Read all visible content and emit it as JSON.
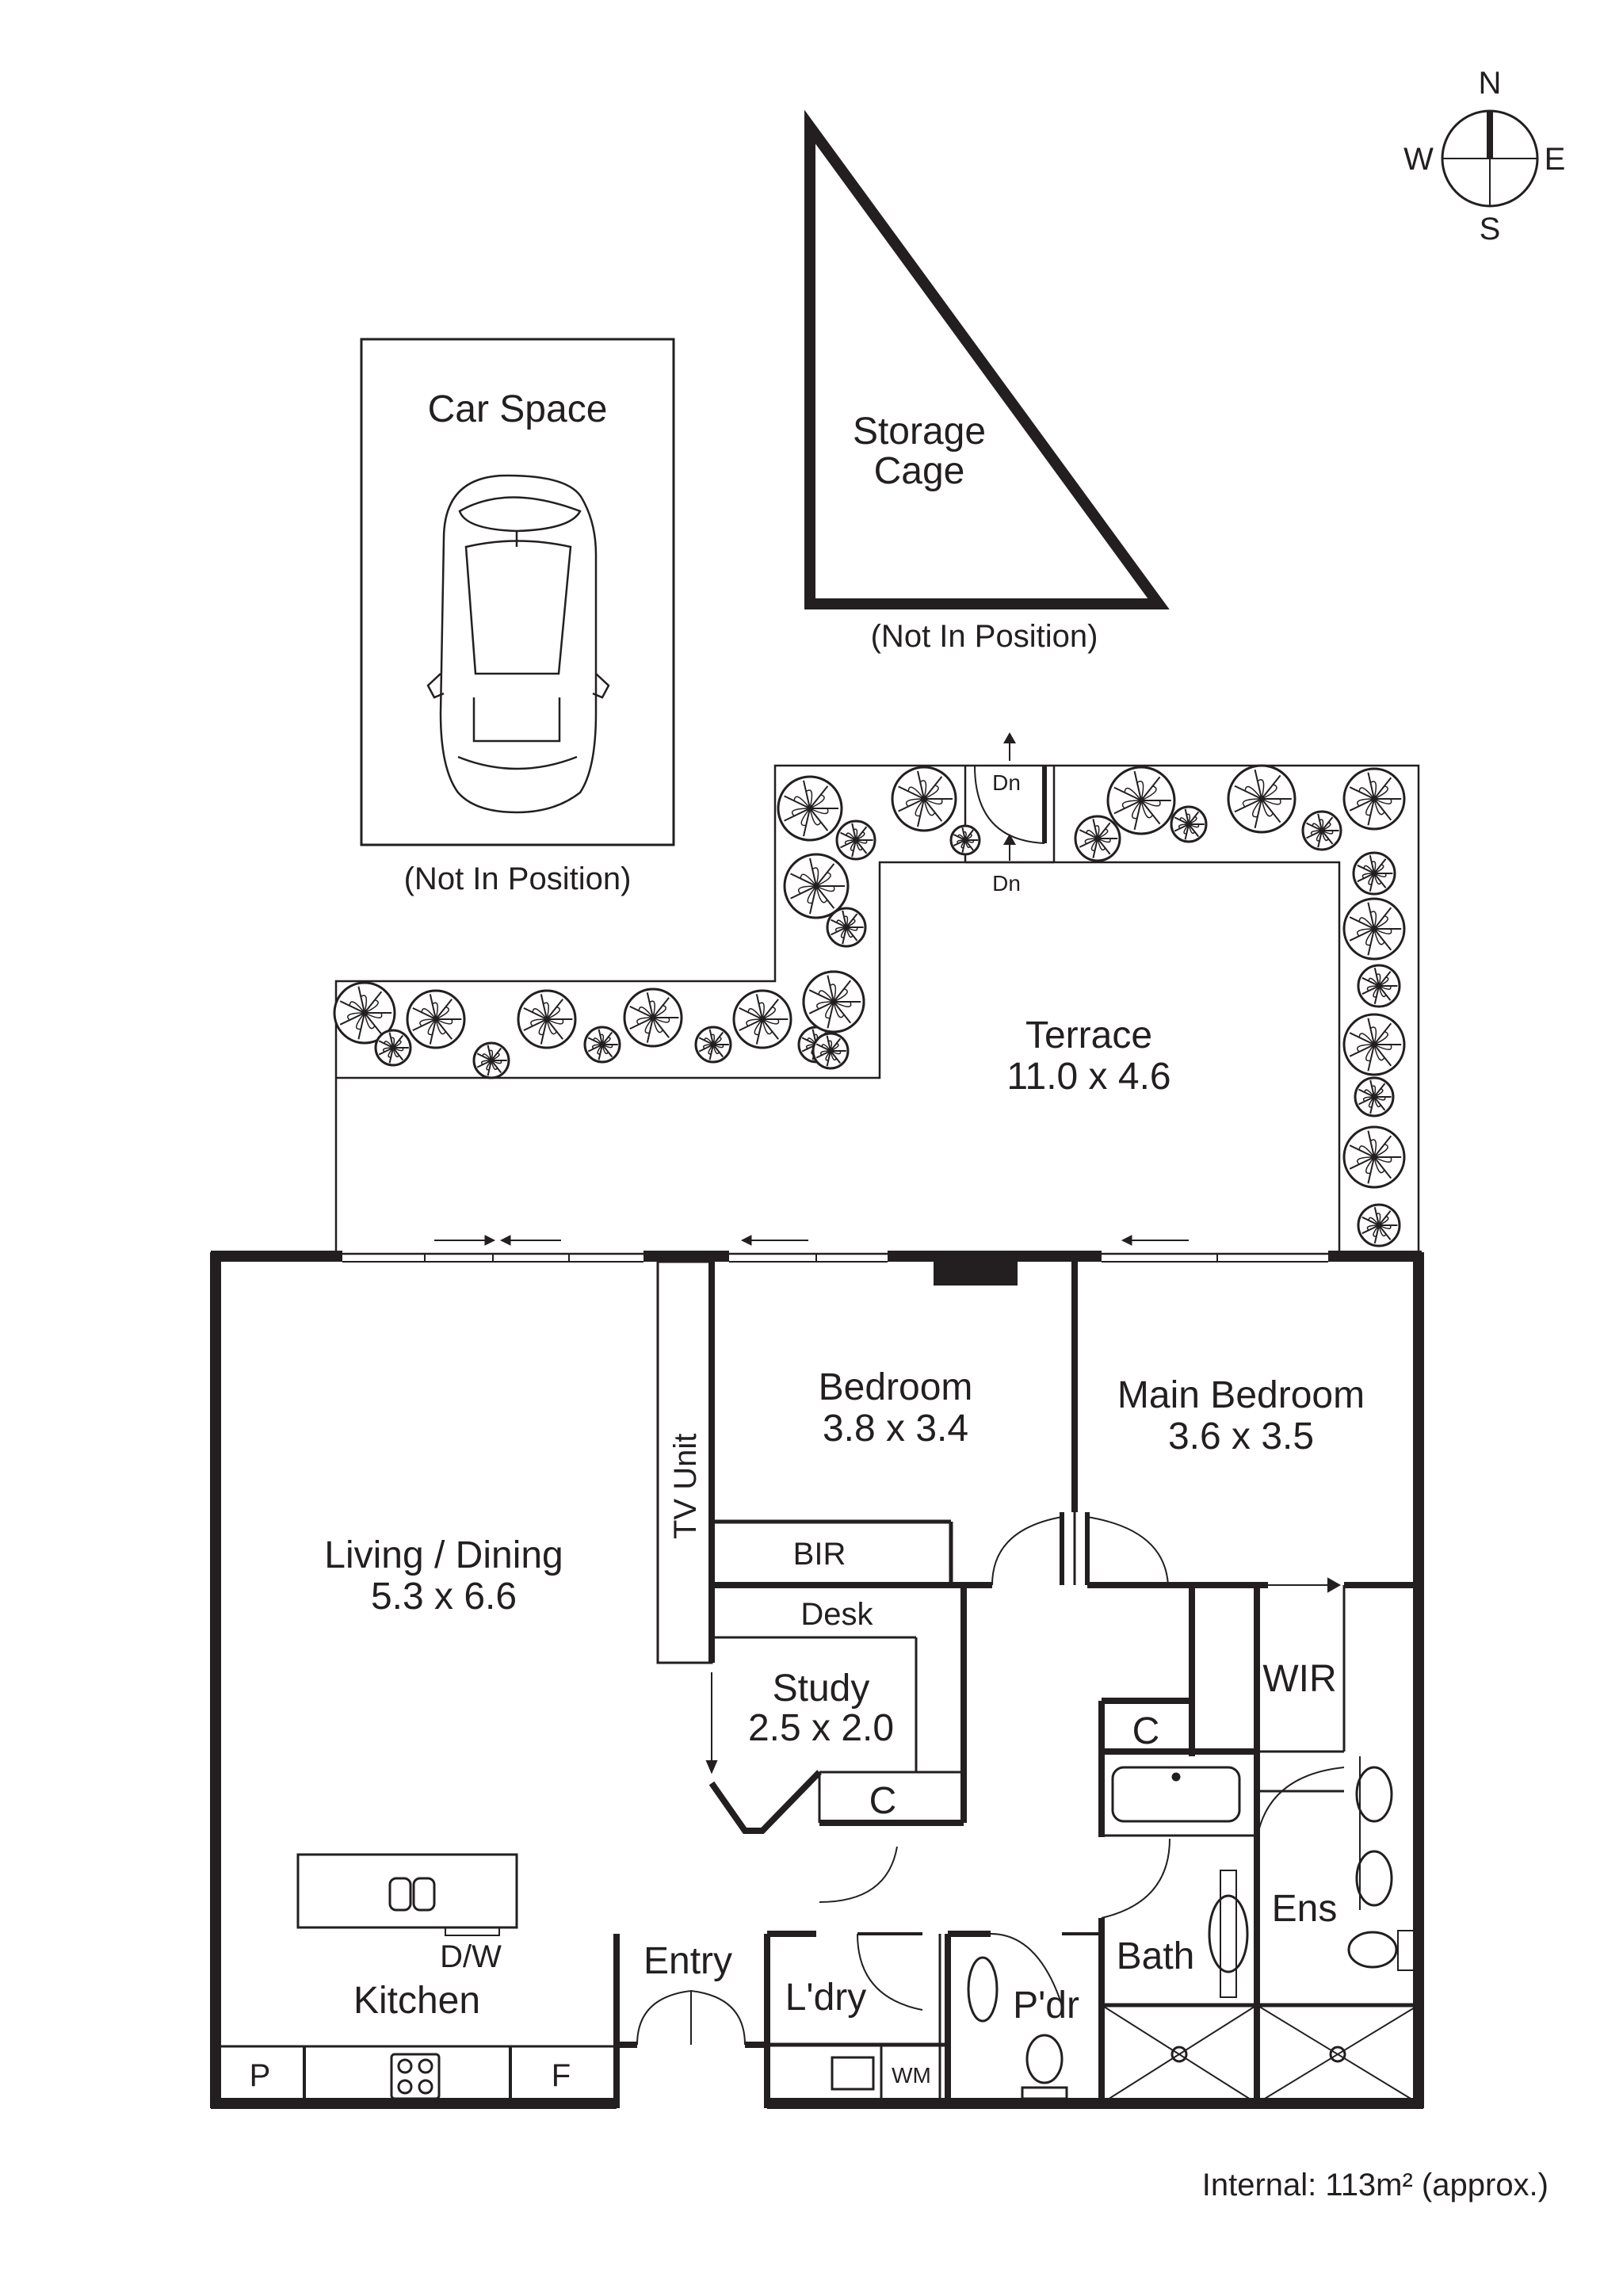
{
  "compass": {
    "n": "N",
    "e": "E",
    "s": "S",
    "w": "W"
  },
  "car_space": {
    "name": "Car Space",
    "note": "(Not In Position)"
  },
  "storage": {
    "line1": "Storage",
    "line2": "Cage",
    "note": "(Not In Position)"
  },
  "stairs": {
    "upper": "Dn",
    "lower": "Dn"
  },
  "terrace": {
    "name": "Terrace",
    "dims": "11.0 x 4.6"
  },
  "bedroom": {
    "name": "Bedroom",
    "dims": "3.8 x 3.4"
  },
  "main_bedroom": {
    "name": "Main Bedroom",
    "dims": "3.6 x 3.5"
  },
  "living": {
    "name": "Living / Dining",
    "dims": "5.3 x 6.6"
  },
  "tv_unit": "TV Unit",
  "bir": "BIR",
  "desk": "Desk",
  "study": {
    "name": "Study",
    "dims": "2.5 x 2.0"
  },
  "closet_study": "C",
  "closet_hall": "C",
  "wir": "WIR",
  "ensuite": "Ens",
  "bath": "Bath",
  "powder": "P'dr",
  "laundry": "L'dry",
  "washer": "WM",
  "entry": "Entry",
  "kitchen": "Kitchen",
  "dishwasher": "D/W",
  "pantry": "P",
  "fridge": "F",
  "area_note": "Internal: 113m² (approx.)"
}
